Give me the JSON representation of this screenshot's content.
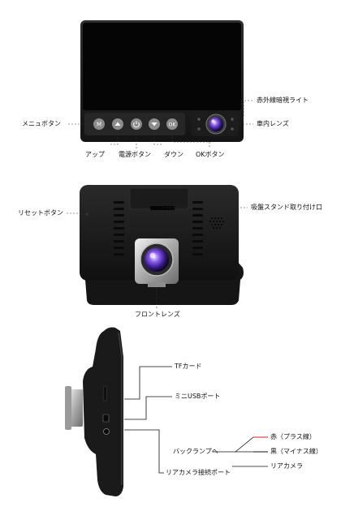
{
  "front_view": {
    "labels": {
      "menu_button": "メニュボタン",
      "up": "アップ",
      "power_button": "電源ボタン",
      "down": "ダウン",
      "ok_button": "OKボタン",
      "ir_night_light": "赤外線暗視ライト",
      "interior_lens": "車内レンズ"
    }
  },
  "back_view": {
    "labels": {
      "reset_button": "リセットボタン",
      "suction_mount": "吸盤スタンド取り付け口",
      "front_lens": "フロントレンズ"
    }
  },
  "side_view": {
    "labels": {
      "tf_card": "TFカード",
      "mini_usb_port": "ミニUSBポート",
      "backlight": "バックランプへ",
      "red_wire": "赤（プラス線）",
      "black_wire": "黒（マイナス線）",
      "rear_camera": "リアカメラ",
      "rear_camera_port": "リアカメラ接続ポート"
    },
    "wire_colors": {
      "red": "#d81e1e",
      "black": "#111111"
    }
  }
}
